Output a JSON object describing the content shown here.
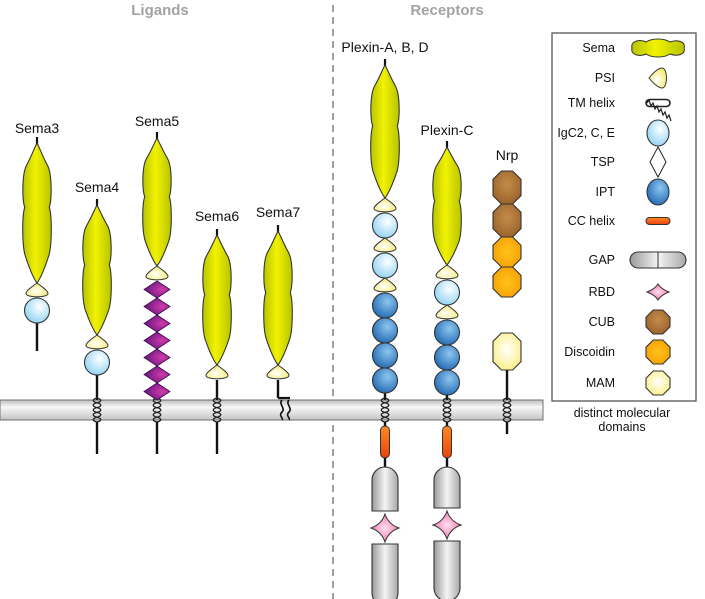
{
  "sections": {
    "ligands_title": "Ligands",
    "receptors_title": "Receptors"
  },
  "colors": {
    "sema": "#e6e600",
    "sema_dark": "#9aab00",
    "psi": "#fff6a8",
    "igc2": "#bfe8f8",
    "ipt": "#2b7ec6",
    "tsp": "#7d1a8c",
    "cc_helix": "#ff6a1a",
    "gap": "#c8c8c8",
    "rbd": "#f58bc0",
    "cub": "#a8743a",
    "discoidin": "#ffb000",
    "mam": "#fff590",
    "membrane": "#d8d8d8",
    "divider": "#a0a0a0"
  },
  "proteins": [
    {
      "id": "sema3",
      "label": "Sema3",
      "group": "ligand",
      "domains": [
        "sema",
        "psi",
        "igc2"
      ],
      "tm": "none",
      "intracellular": []
    },
    {
      "id": "sema4",
      "label": "Sema4",
      "group": "ligand",
      "domains": [
        "sema",
        "psi",
        "igc2"
      ],
      "tm": "helix",
      "intracellular": []
    },
    {
      "id": "sema5",
      "label": "Sema5",
      "group": "ligand",
      "domains": [
        "sema",
        "psi",
        "tsp",
        "tsp",
        "tsp",
        "tsp",
        "tsp",
        "tsp",
        "tsp"
      ],
      "tm": "helix",
      "intracellular": []
    },
    {
      "id": "sema6",
      "label": "Sema6",
      "group": "ligand",
      "domains": [
        "sema",
        "psi"
      ],
      "tm": "helix",
      "intracellular": []
    },
    {
      "id": "sema7",
      "label": "Sema7",
      "group": "ligand",
      "domains": [
        "sema",
        "psi"
      ],
      "tm": "gpi",
      "intracellular": []
    },
    {
      "id": "plexin-abd",
      "label": "Plexin-A, B, D",
      "group": "receptor",
      "domains": [
        "sema",
        "psi",
        "igc2",
        "psi",
        "igc2",
        "psi",
        "ipt",
        "ipt",
        "ipt",
        "ipt"
      ],
      "tm": "helix",
      "intracellular": [
        "cc_helix",
        "gap",
        "rbd",
        "gap"
      ]
    },
    {
      "id": "plexin-c",
      "label": "Plexin-C",
      "group": "receptor",
      "domains": [
        "sema",
        "psi",
        "igc2",
        "psi",
        "ipt",
        "ipt",
        "ipt"
      ],
      "tm": "helix",
      "intracellular": [
        "cc_helix",
        "gap",
        "rbd",
        "gap"
      ]
    },
    {
      "id": "nrp",
      "label": "Nrp",
      "group": "receptor",
      "domains": [
        "cub",
        "cub",
        "discoidin",
        "discoidin",
        "mam"
      ],
      "tm": "helix",
      "intracellular": []
    }
  ],
  "legend": {
    "items": [
      {
        "key": "sema",
        "label": "Sema"
      },
      {
        "key": "psi",
        "label": "PSI"
      },
      {
        "key": "tm_helix",
        "label": "TM helix"
      },
      {
        "key": "igc2",
        "label": "IgC2, C, E"
      },
      {
        "key": "tsp",
        "label": "TSP"
      },
      {
        "key": "ipt",
        "label": "IPT"
      },
      {
        "key": "cc_helix",
        "label": "CC helix"
      },
      {
        "key": "gap",
        "label": "GAP"
      },
      {
        "key": "rbd",
        "label": "RBD"
      },
      {
        "key": "cub",
        "label": "CUB"
      },
      {
        "key": "discoidin",
        "label": "Discoidin"
      },
      {
        "key": "mam",
        "label": "MAM"
      }
    ],
    "caption_line1": "distinct molecular",
    "caption_line2": "domains"
  }
}
